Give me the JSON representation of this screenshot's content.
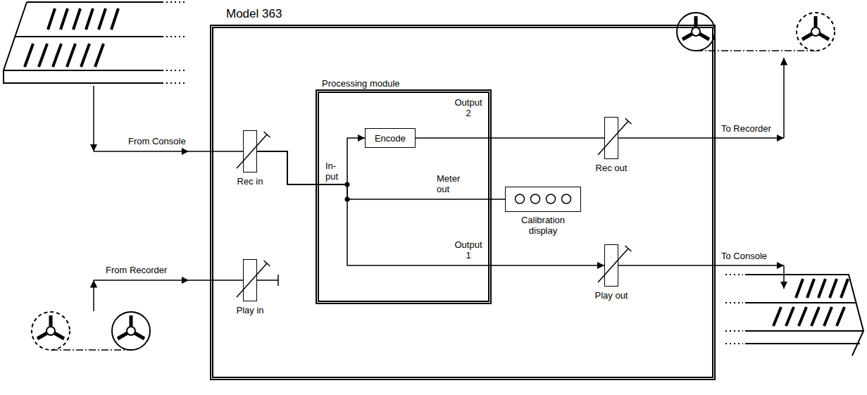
{
  "diagram": {
    "nodes": [
      {
        "text": [
          "Model 363"
        ]
      },
      {
        "text": [
          "Processing module"
        ],
        "in": 0
      },
      {
        "text": [
          "Rec in"
        ],
        "in": 0
      },
      {
        "text": [
          "Encode"
        ],
        "in": 1
      },
      {
        "text": [
          "Calibration display"
        ],
        "in": 0
      },
      {
        "text": [
          "Play in"
        ],
        "in": 0
      },
      {
        "text": [
          "Rec out"
        ],
        "in": 0
      },
      {
        "text": [
          "Play out"
        ],
        "in": 0
      }
    ],
    "edges": [
      {
        "from": 2,
        "to": 3,
        "arrow": "to"
      },
      {
        "from": 2,
        "to": 4,
        "arrow": "none"
      },
      {
        "from": 2,
        "to": 7,
        "arrow": "to"
      },
      {
        "from": 3,
        "to": 6,
        "arrow": "none"
      }
    ],
    "labels": [
      "From Console",
      "From Recorder",
      "To Recorder",
      "To Console",
      "In- put",
      "Meter out",
      "Output 2",
      "Output 1"
    ]
  }
}
